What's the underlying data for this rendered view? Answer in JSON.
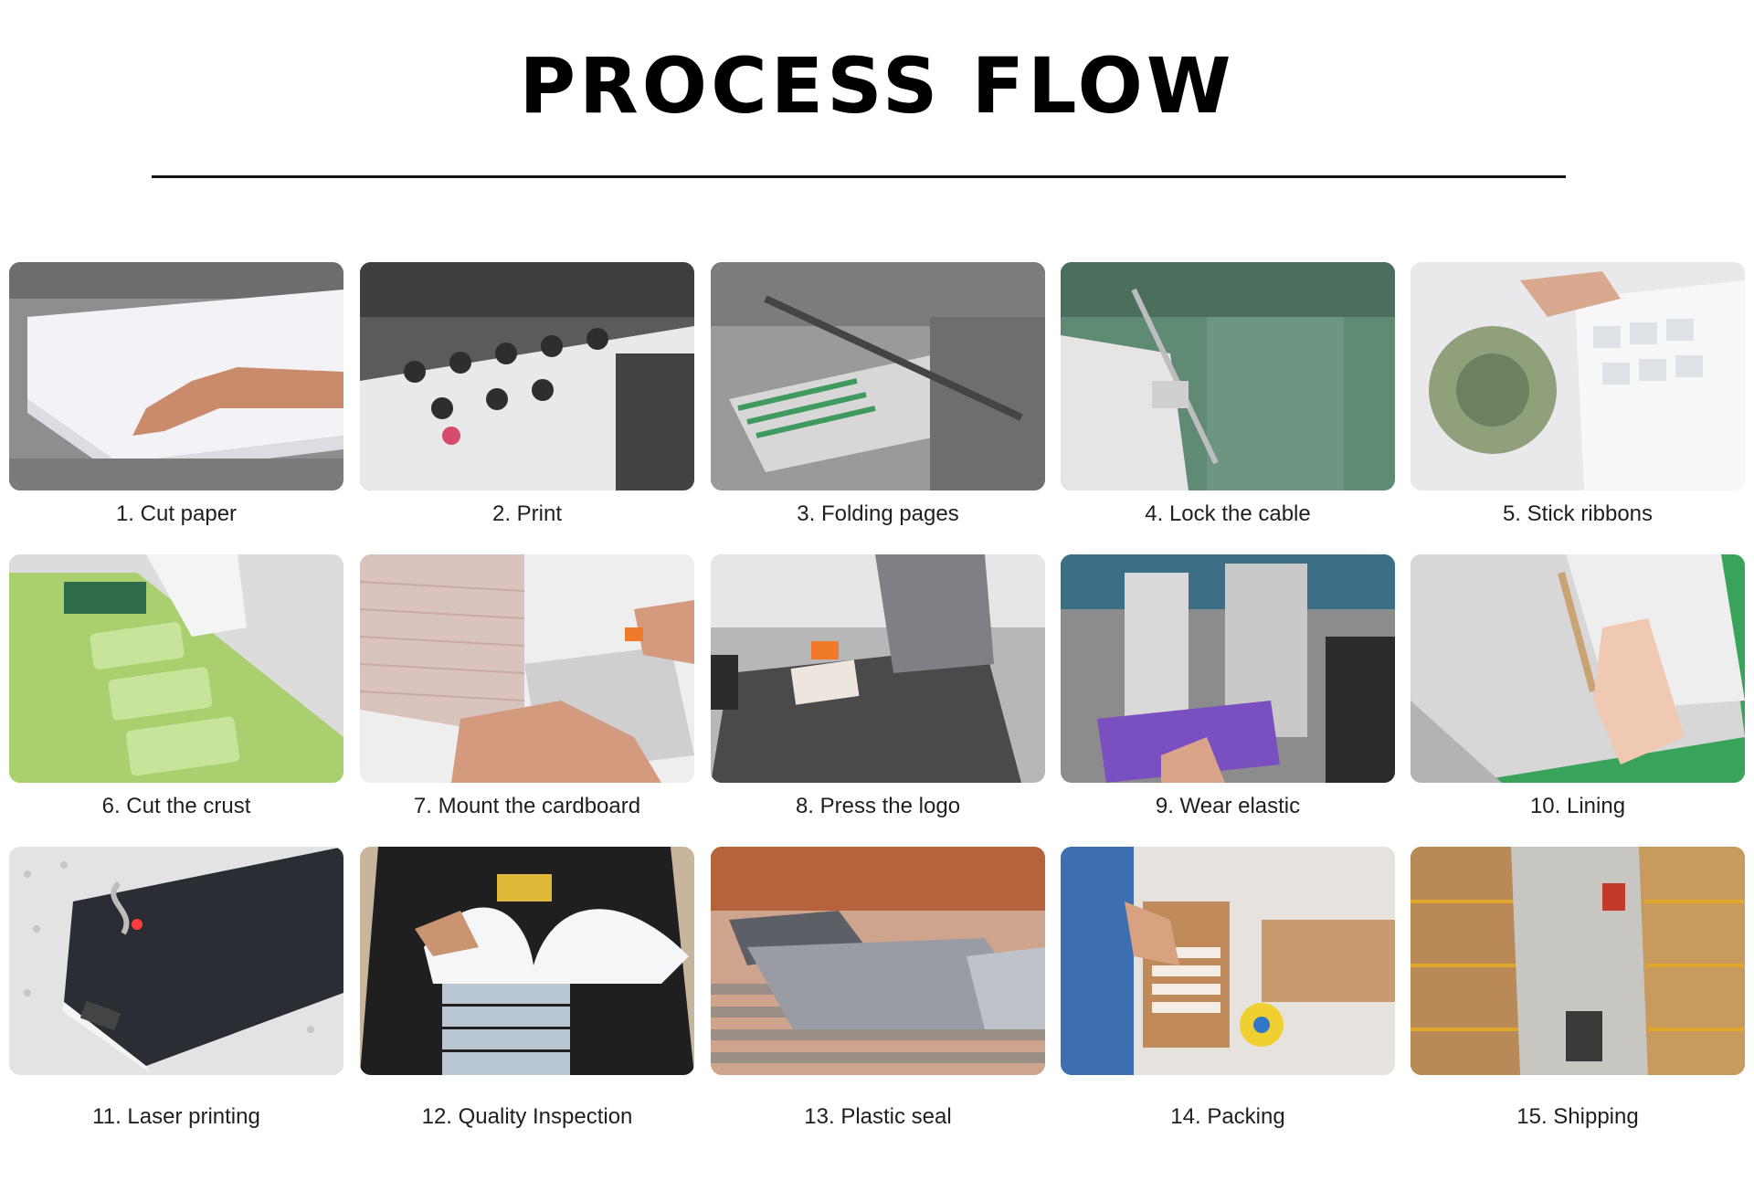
{
  "header": {
    "title": "PROCESS FLOW"
  },
  "steps": [
    {
      "label": "1. Cut paper",
      "icon": "paper-stack-photo"
    },
    {
      "label": "2. Print",
      "icon": "printing-press-photo"
    },
    {
      "label": "3. Folding pages",
      "icon": "folding-machine-photo"
    },
    {
      "label": "4. Lock the cable",
      "icon": "sewing-machine-photo"
    },
    {
      "label": "5. Stick ribbons",
      "icon": "ribbon-photo"
    },
    {
      "label": "6. Cut the crust",
      "icon": "cover-cutting-photo"
    },
    {
      "label": "7. Mount the cardboard",
      "icon": "cardboard-stack-photo"
    },
    {
      "label": "8. Press the logo",
      "icon": "logo-press-photo"
    },
    {
      "label": "9. Wear elastic",
      "icon": "elastic-machine-photo"
    },
    {
      "label": "10. Lining",
      "icon": "lining-photo"
    },
    {
      "label": "11. Laser printing",
      "icon": "laser-notebook-photo"
    },
    {
      "label": "12. Quality Inspection",
      "icon": "inspection-photo"
    },
    {
      "label": "13. Plastic seal",
      "icon": "shrink-wrap-photo"
    },
    {
      "label": "14. Packing",
      "icon": "carton-packing-photo"
    },
    {
      "label": "15. Shipping",
      "icon": "warehouse-photo"
    }
  ]
}
